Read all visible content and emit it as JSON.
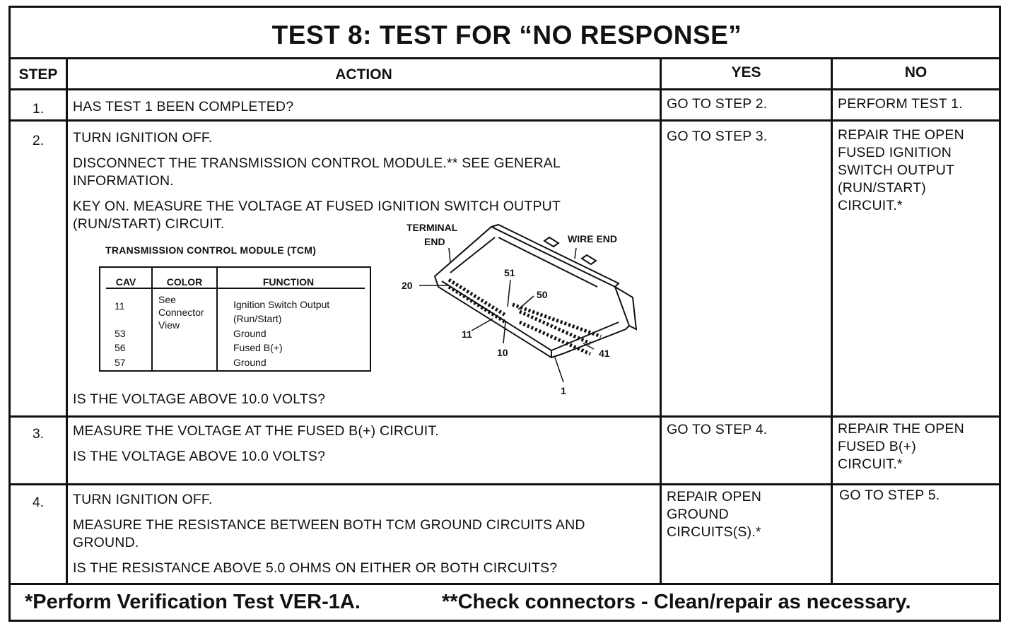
{
  "title": "TEST 8:  TEST FOR “NO RESPONSE”",
  "headers": {
    "step": "STEP",
    "action": "ACTION",
    "yes": "YES",
    "no": "NO"
  },
  "steps": [
    {
      "num": "1.",
      "action": [
        "HAS TEST 1 BEEN COMPLETED?"
      ],
      "yes": "GO TO STEP 2.",
      "no": "PERFORM TEST 1."
    },
    {
      "num": "2.",
      "action": [
        "TURN IGNITION OFF.",
        "DISCONNECT THE TRANSMISSION CONTROL MODULE.** SEE GENERAL INFORMATION.",
        "KEY ON. MEASURE THE VOLTAGE AT FUSED IGNITION SWITCH OUTPUT (RUN/START) CIRCUIT.",
        "IS THE VOLTAGE ABOVE 10.0 VOLTS?"
      ],
      "yes": "GO TO STEP 3.",
      "no": "REPAIR THE OPEN FUSED IGNITION SWITCH OUTPUT (RUN/START) CIRCUIT.*"
    },
    {
      "num": "3.",
      "action": [
        "MEASURE THE VOLTAGE AT THE FUSED B(+) CIRCUIT.",
        "IS THE VOLTAGE ABOVE 10.0 VOLTS?"
      ],
      "yes": "GO TO STEP 4.",
      "no": "REPAIR THE OPEN FUSED B(+) CIRCUIT.*"
    },
    {
      "num": "4.",
      "action": [
        "TURN IGNITION OFF.",
        "MEASURE THE RESISTANCE BETWEEN BOTH TCM GROUND CIRCUITS AND GROUND.",
        "IS THE RESISTANCE ABOVE 5.0 OHMS ON EITHER OR BOTH CIRCUITS?"
      ],
      "yes": "REPAIR OPEN GROUND CIRCUITS(S).*",
      "no": "GO TO STEP 5."
    }
  ],
  "tcm_table": {
    "title": "TRANSMISSION CONTROL MODULE (TCM)",
    "columns": [
      "CAV",
      "COLOR",
      "FUNCTION"
    ],
    "cavities": [
      "11",
      "53",
      "56",
      "57"
    ],
    "color": [
      "See",
      "Connector",
      "View"
    ],
    "functions": [
      "Ignition Switch Output",
      "(Run/Start)",
      "Ground",
      "Fused B(+)",
      "Ground"
    ]
  },
  "connector_labels": {
    "terminal_end": [
      "TERMINAL",
      "END"
    ],
    "wire_end": "WIRE END",
    "pins": [
      "20",
      "51",
      "50",
      "11",
      "10",
      "41",
      "1"
    ]
  },
  "footer": {
    "left": "*Perform Verification Test VER-1A.",
    "right": "**Check connectors - Clean/repair as necessary."
  }
}
